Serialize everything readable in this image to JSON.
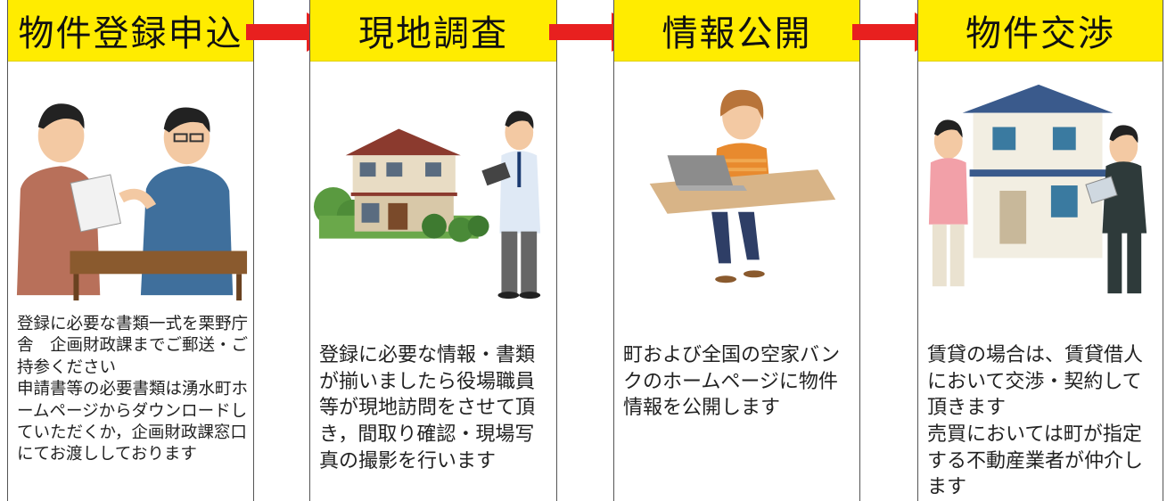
{
  "steps": [
    {
      "title": "物件登録申込",
      "lines": [
        "登録に必要な書類一式を栗野庁",
        "舎　企画財政課までご郵送・ご",
        "持参ください",
        "申請書等の必要書類は湧水町ホ",
        "ームページからダウンロードし",
        "ていただくか，企画財政課窓口",
        "にてお渡ししております"
      ]
    },
    {
      "title": "現地調査",
      "lines": [
        "登録に必要な情報・書類",
        "が揃いましたら役場職員",
        "等が現地訪問をさせて頂",
        "き，間取り確認・現場写",
        "真の撮影を行います"
      ]
    },
    {
      "title": "情報公開",
      "lines": [
        "町および全国の空家バン",
        "クのホームページに物件",
        "情報を公開します"
      ]
    },
    {
      "title": "物件交渉",
      "lines": [
        "賃貸の場合は、賃貸借人",
        "において交渉・契約して",
        "頂きます",
        "売買においては町が指定",
        "する不動産業者が仲介し",
        "ます"
      ]
    }
  ],
  "colors": {
    "header": "#ffec00",
    "arrow": "#e8201f"
  },
  "icons": [
    "red-arrow-icon",
    "people-desk-illustration",
    "house-inspector-illustration",
    "woman-laptop-illustration",
    "house-agents-illustration"
  ]
}
